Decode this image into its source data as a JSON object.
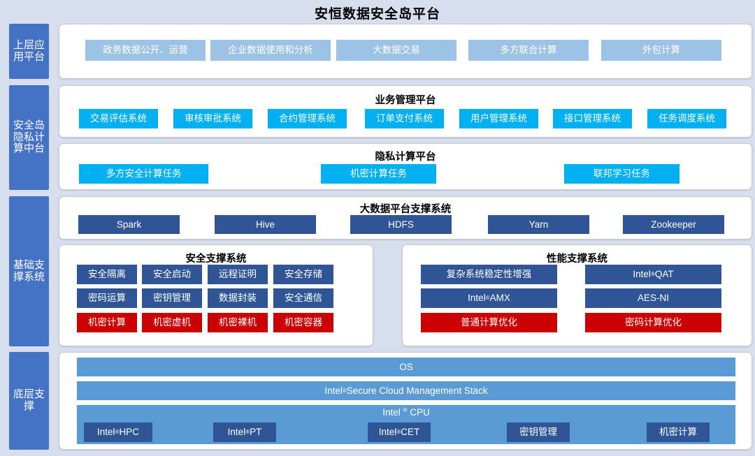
{
  "title": "安恒数据安全岛平台",
  "colors": {
    "background": "#d7dfee",
    "tag": "#4472c4",
    "light_blue": "#9cc3e5",
    "cyan": "#00b0f0",
    "navy": "#2f5597",
    "red": "#cc0000",
    "mid_blue": "#5b9bd5"
  },
  "layers": [
    {
      "tag": "上层应用平台",
      "panels": [
        {
          "heading": "",
          "items": [
            "政务数据公开、运营",
            "企业数据使用和分析",
            "大数据交易",
            "多方联合计算",
            "外包计算"
          ]
        }
      ]
    },
    {
      "tag": "安全岛隐私计算中台",
      "panels": [
        {
          "heading": "业务管理平台",
          "items": [
            "交易评估系统",
            "审核审批系统",
            "合约管理系统",
            "订单支付系统",
            "用户管理系统",
            "接口管理系统",
            "任务调度系统"
          ]
        },
        {
          "heading": "隐私计算平台",
          "items": [
            "多方安全计算任务",
            "机密计算任务",
            "联邦学习任务"
          ]
        }
      ]
    },
    {
      "tag": "基础支撑系统",
      "panels": [
        {
          "heading": "大数据平台支撑系统",
          "items": [
            "Spark",
            "Hive",
            "HDFS",
            "Yarn",
            "Zookeeper"
          ]
        },
        {
          "heading": "安全支撑系统",
          "items": [
            "安全隔离",
            "安全启动",
            "远程证明",
            "安全存储",
            "密码运算",
            "密钥管理",
            "数据封装",
            "安全通信",
            "机密计算",
            "机密虚机",
            "机密裸机",
            "机密容器"
          ]
        },
        {
          "heading": "性能支撑系统",
          "items": [
            "复杂系统稳定性增强",
            "Intel® QAT",
            "Intel® AMX",
            "AES-NI",
            "普通计算优化",
            "密码计算优化"
          ]
        }
      ]
    },
    {
      "tag": "底层支撑",
      "panels": [
        {
          "heading": "",
          "items": [
            "OS",
            "Intel® Secure Cloud Management Stack",
            "Intel ® CPU",
            "Intel® HPC",
            "Intel® PT",
            "Intel ® CET",
            "密钥管理",
            "机密计算"
          ]
        }
      ]
    }
  ],
  "app_platform": {
    "items": [
      "政务数据公开、运营",
      "企业数据使用和分析",
      "大数据交易",
      "多方联合计算",
      "外包计算"
    ]
  },
  "business_platform": {
    "heading": "业务管理平台",
    "items": [
      "交易评估系统",
      "审核审批系统",
      "合约管理系统",
      "订单支付系统",
      "用户管理系统",
      "接口管理系统",
      "任务调度系统"
    ]
  },
  "privacy_platform": {
    "heading": "隐私计算平台",
    "items": [
      "多方安全计算任务",
      "机密计算任务",
      "联邦学习任务"
    ]
  },
  "bigdata_platform": {
    "heading": "大数据平台支撑系统",
    "items": [
      "Spark",
      "Hive",
      "HDFS",
      "Yarn",
      "Zookeeper"
    ]
  },
  "security_support": {
    "heading": "安全支撑系统",
    "row1": [
      "安全隔离",
      "安全启动",
      "远程证明",
      "安全存储"
    ],
    "row2": [
      "密码运算",
      "密钥管理",
      "数据封装",
      "安全通信"
    ],
    "row3": [
      "机密计算",
      "机密虚机",
      "机密裸机",
      "机密容器"
    ]
  },
  "performance_support": {
    "heading": "性能支撑系统",
    "row1": [
      "复杂系统稳定性增强",
      "Intel® QAT"
    ],
    "row2": [
      "Intel® AMX",
      "AES-NI"
    ],
    "row3": [
      "普通计算优化",
      "密码计算优化"
    ]
  },
  "bottom_support": {
    "os": "OS",
    "stack": "Intel® Secure Cloud Management Stack",
    "cpu": "Intel ® CPU",
    "cpu_items": [
      "Intel® HPC",
      "Intel® PT",
      "Intel ® CET",
      "密钥管理",
      "机密计算"
    ]
  },
  "sidebar": {
    "items": [
      {
        "label": "上层应用平台"
      },
      {
        "label": "安全岛隐私计算中台"
      },
      {
        "label": "基础支撑系统"
      },
      {
        "label": "底层支撑"
      }
    ]
  }
}
